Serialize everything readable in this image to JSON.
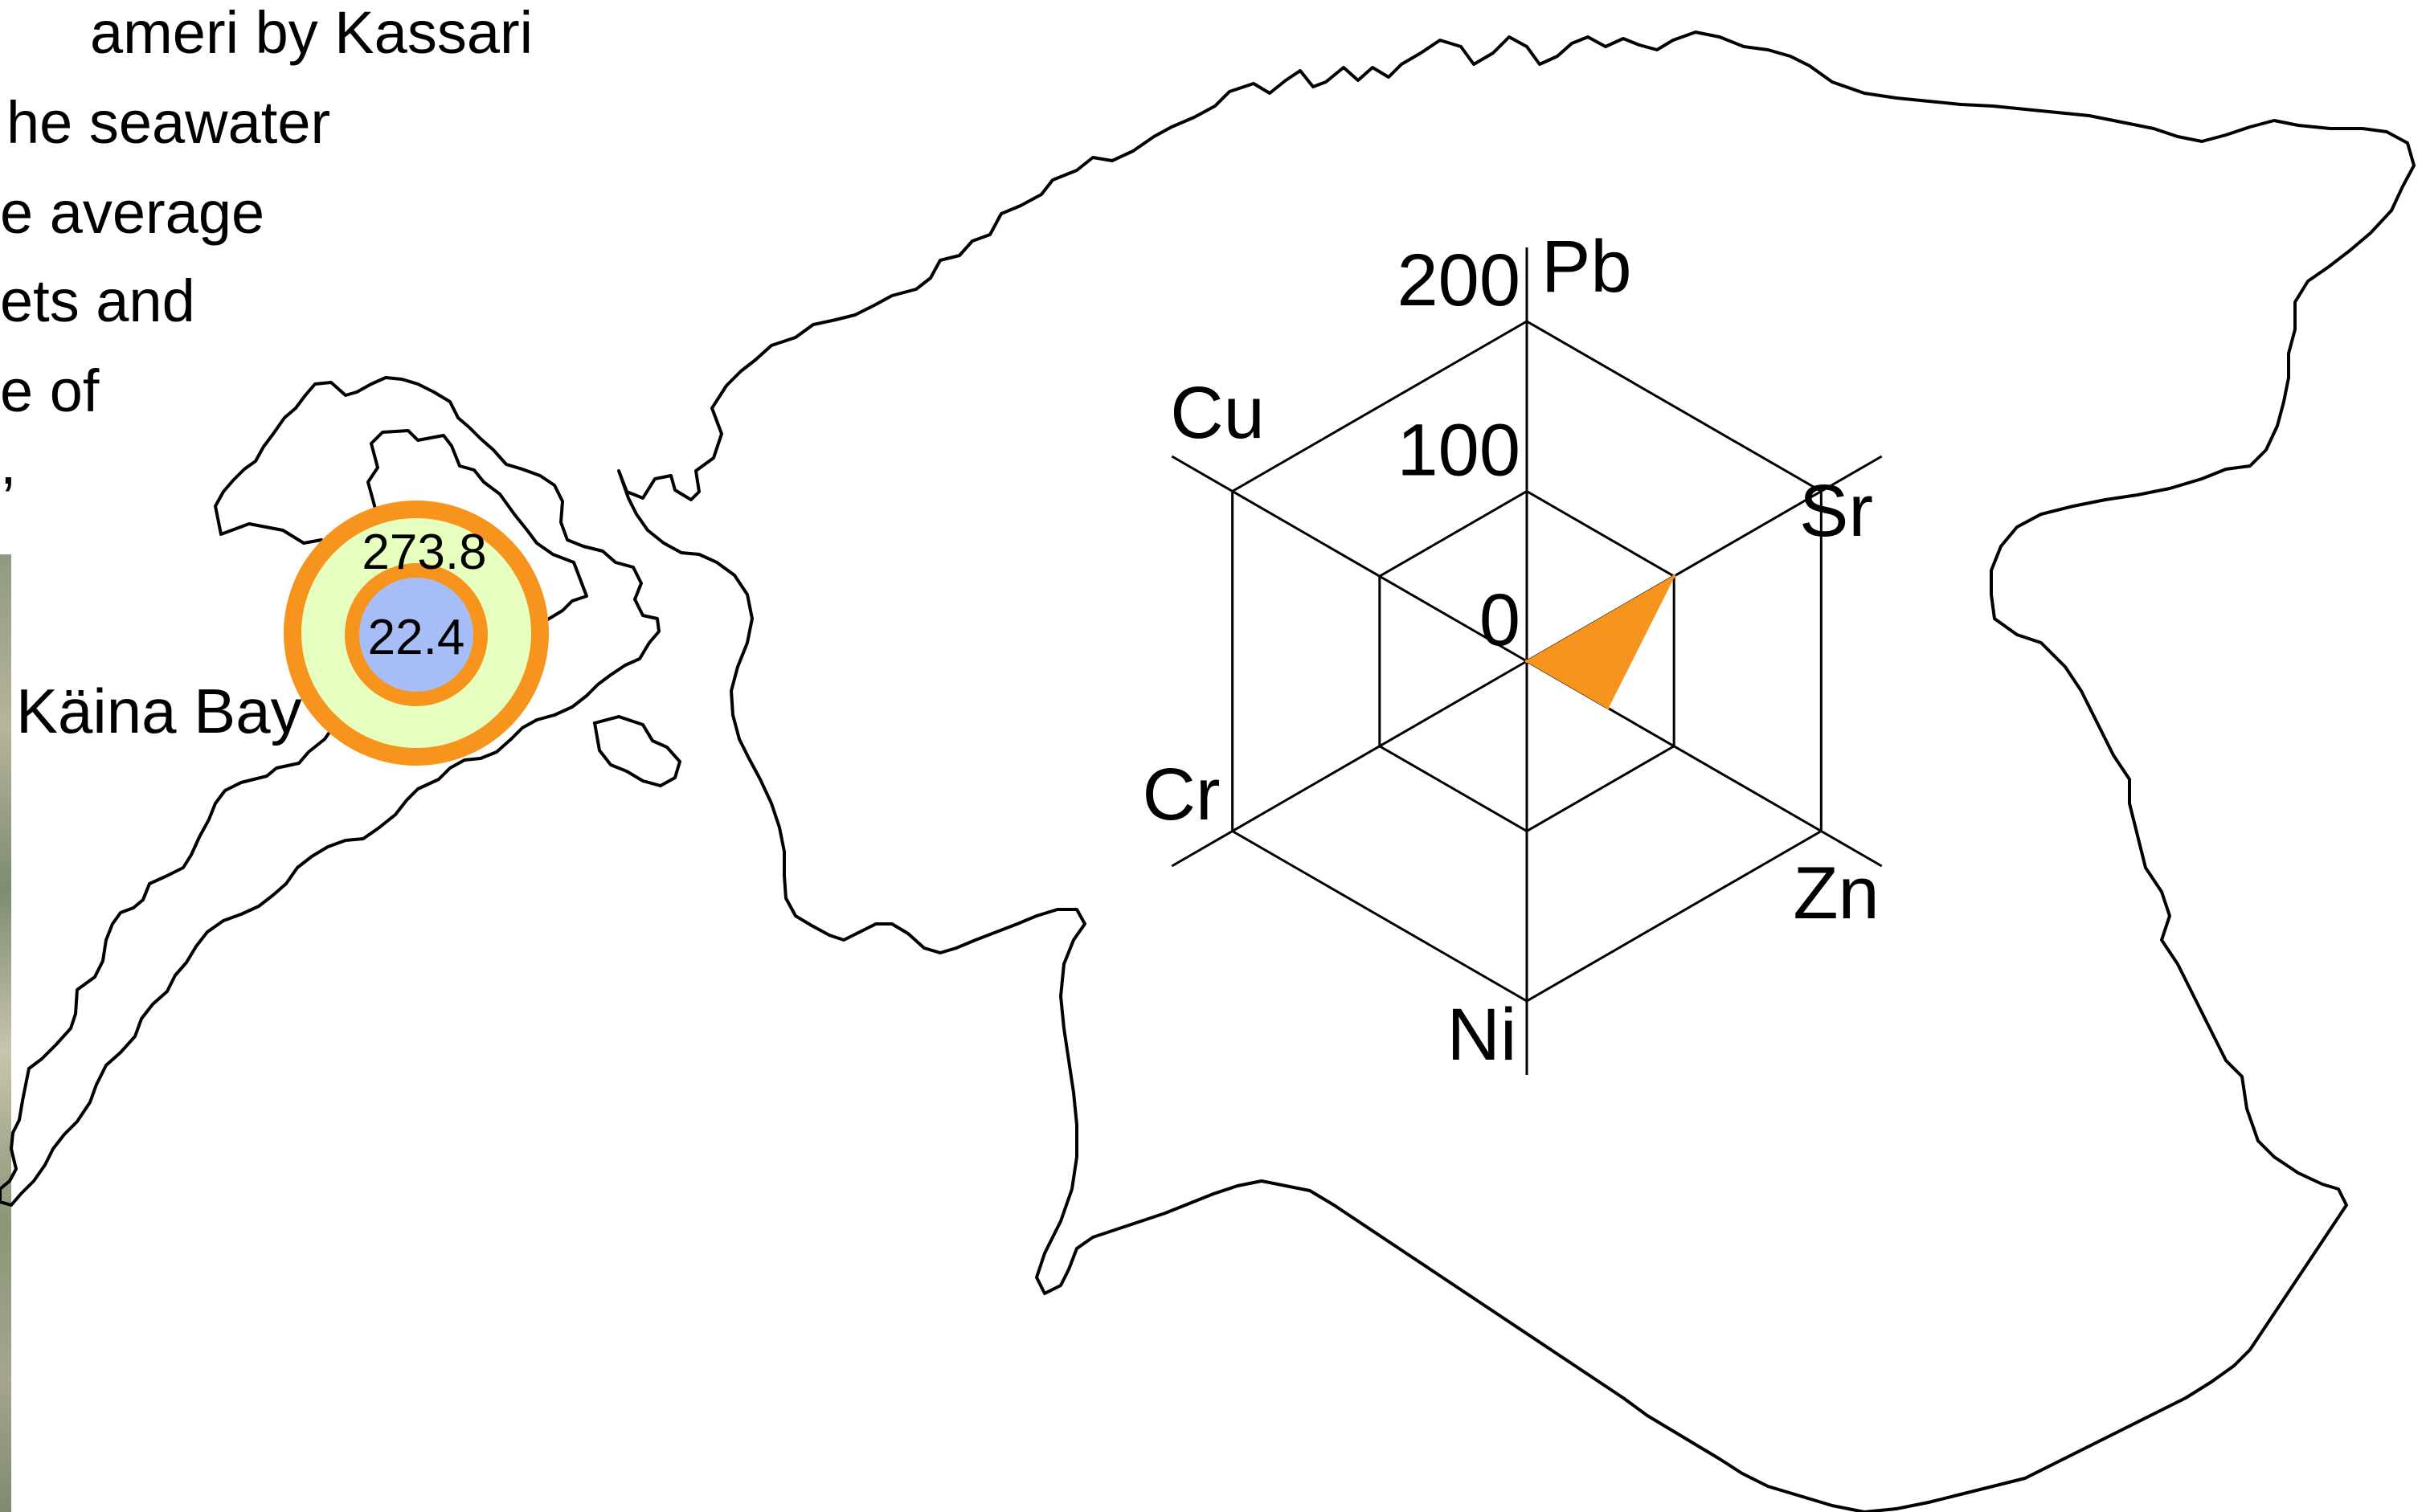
{
  "caption": {
    "lines": [
      "ameri by Kassari",
      "he seawater",
      "e average",
      "ets and",
      "e of",
      ","
    ]
  },
  "site": {
    "name": "Käina Bay",
    "outer_value": "273.8",
    "inner_value": "22.4",
    "colors": {
      "ring": "#f7941d",
      "outer_fill": "#e6ffbe",
      "inner_fill": "#a6bdf7"
    }
  },
  "chart_data": {
    "type": "radar",
    "axes": [
      "Pb",
      "Sr",
      "Zn",
      "Ni",
      "Cr",
      "Cu"
    ],
    "tick_labels": [
      "0",
      "100",
      "200"
    ],
    "range": [
      0,
      200
    ],
    "series": [
      {
        "values": [
          0,
          100,
          55,
          0,
          0,
          0
        ]
      }
    ],
    "colors": {
      "fill": "#f7941d",
      "grid": "#000000"
    }
  }
}
